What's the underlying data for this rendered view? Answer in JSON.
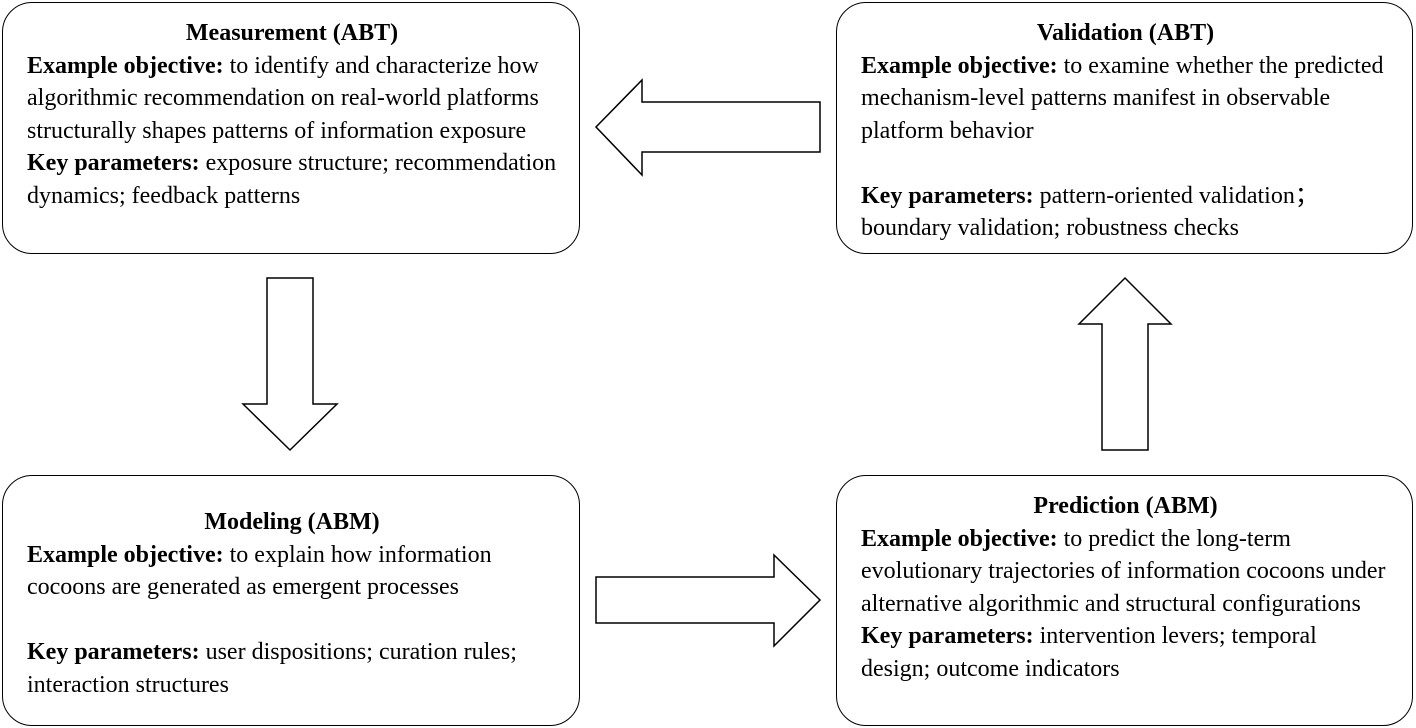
{
  "measurement": {
    "title": "Measurement (ABT)",
    "objective_label": "Example objective:",
    "objective_text": " to identify and characterize how algorithmic recommendation on real-world platforms structurally shapes patterns of information exposure",
    "params_label": "Key parameters:",
    "params_text": " exposure structure; recommendation dynamics; feedback patterns"
  },
  "validation": {
    "title": "Validation (ABT)",
    "objective_label": "Example objective:",
    "objective_text": " to examine whether the predicted mechanism-level patterns manifest in observable platform behavior",
    "params_label": "Key parameters:",
    "params_text": " pattern-oriented validation； boundary validation; robustness checks"
  },
  "modeling": {
    "title": "Modeling (ABM)",
    "objective_label": "Example objective:",
    "objective_text": " to explain how information cocoons are generated as emergent processes",
    "params_label": "Key parameters:",
    "params_text": " user dispositions; curation rules; interaction structures"
  },
  "prediction": {
    "title": "Prediction (ABM)",
    "objective_label": "Example objective:",
    "objective_text": " to predict the long-term evolutionary trajectories of information cocoons under alternative algorithmic and structural configurations",
    "params_label": "Key parameters:",
    "params_text": " intervention levers; temporal design; outcome indicators"
  },
  "colors": {
    "stroke": "#000000",
    "fill": "#ffffff"
  }
}
